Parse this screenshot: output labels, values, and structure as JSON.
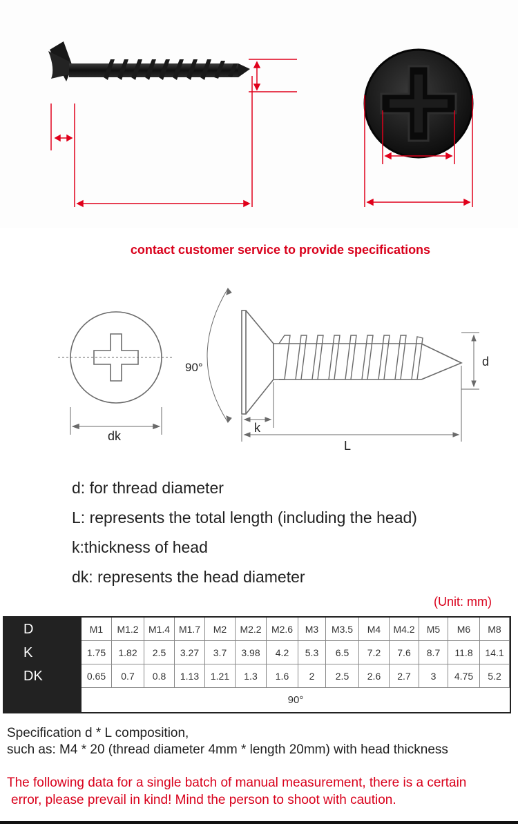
{
  "contact_note": "contact customer service to provide specifications",
  "diagram_labels": {
    "dk": "dk",
    "k": "k",
    "L": "L",
    "d": "d",
    "angle": "90°"
  },
  "definitions": [
    "d: for thread diameter",
    "L: represents the total length (including the head)",
    "k:thickness of head",
    "dk: represents the head diameter"
  ],
  "unit_note": "(Unit: mm)",
  "spec_table": {
    "row_labels": [
      "D",
      "K",
      "DK"
    ],
    "rows": [
      [
        "M1",
        "M1.2",
        "M1.4",
        "M1.7",
        "M2",
        "M2.2",
        "M2.6",
        "M3",
        "M3.5",
        "M4",
        "M4.2",
        "M5",
        "M6",
        "M8"
      ],
      [
        "1.75",
        "1.82",
        "2.5",
        "3.27",
        "3.7",
        "3.98",
        "4.2",
        "5.3",
        "6.5",
        "7.2",
        "7.6",
        "8.7",
        "11.8",
        "14.1"
      ],
      [
        "0.65",
        "0.7",
        "0.8",
        "1.13",
        "1.21",
        "1.3",
        "1.6",
        "2",
        "2.5",
        "2.6",
        "2.7",
        "3",
        "4.75",
        "5.2"
      ]
    ],
    "angle_row": "90°"
  },
  "spec_composition": {
    "line1": "Specification d * L composition,",
    "line2": "such as: M4 * 20 (thread diameter 4mm * length 20mm) with head thickness"
  },
  "warning": {
    "line1": "The following data for a single batch of manual measurement, there is a certain",
    "line2": "error, please prevail in kind! Mind the person to shoot with caution."
  },
  "colors": {
    "accent_red": "#d9001b",
    "table_dark": "#222222",
    "screw_black": "#151515"
  }
}
